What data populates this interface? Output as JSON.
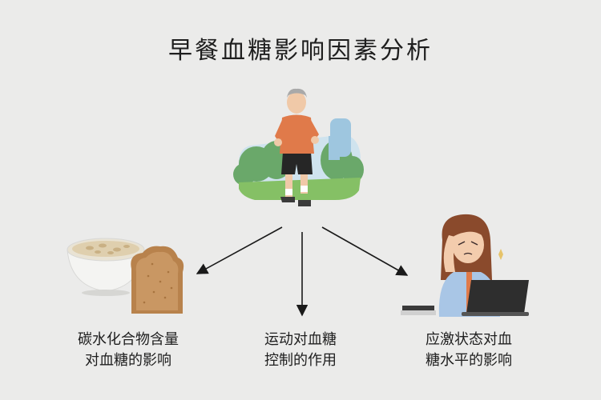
{
  "title": "早餐血糖影响因素分析",
  "factors": [
    {
      "line1": "碳水化合物含量",
      "line2": "对血糖的影响",
      "illustration": "oatmeal-and-toast"
    },
    {
      "line1": "运动对血糖",
      "line2": "控制的作用",
      "illustration": "elderly-man-jogging"
    },
    {
      "line1": "应激状态对血",
      "line2": "糖水平的影响",
      "illustration": "stressed-woman-at-laptop"
    }
  ],
  "colors": {
    "background": "#ebebea",
    "arrow": "#1a1a1a",
    "shirt": "#e07a4a",
    "grass": "#7fbf66",
    "sky": "#bcd9ea",
    "bread": "#c58b55"
  }
}
